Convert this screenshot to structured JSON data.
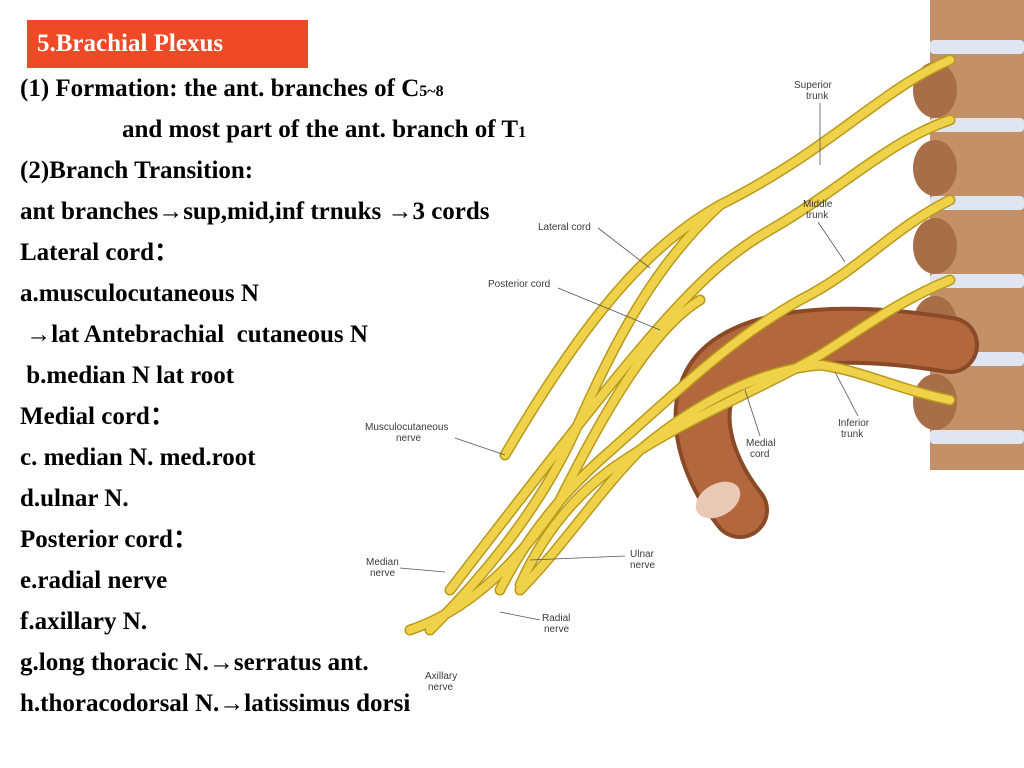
{
  "slide": {
    "title": "5.Brachial Plexus",
    "lines": [
      {
        "text": "(1) Formation: the ant. branches of C",
        "sub": "5~8"
      },
      {
        "text": "and most part of the ant. branch of T",
        "sub": "1"
      },
      {
        "text": "(2)Branch Transition:"
      },
      {
        "text": "ant branches→sup,mid,inf trnuks →3 cords"
      },
      {
        "text": "Lateral cord："
      },
      {
        "text": "a.musculocutaneous N"
      },
      {
        "text": " →lat Antebrachial  cutaneous N"
      },
      {
        "text": " b.median N lat root"
      },
      {
        "text": "Medial cord："
      },
      {
        "text": "c. median N. med.root"
      },
      {
        "text": "d.ulnar N."
      },
      {
        "text": "Posterior cord："
      },
      {
        "text": "e.radial nerve"
      },
      {
        "text": "f.axillary N."
      },
      {
        "text": "g.long thoracic N.→serratus ant."
      },
      {
        "text": "h.thoracodorsal N.→latissimus dorsi"
      }
    ]
  },
  "illustration": {
    "labels": {
      "superior_trunk": [
        "Superior",
        "trunk"
      ],
      "middle_trunk": [
        "Middle",
        "trunk"
      ],
      "lateral_cord": [
        "Lateral cord"
      ],
      "posterior_cord": [
        "Posterior cord"
      ],
      "inferior_trunk": [
        "Inferior",
        "trunk"
      ],
      "medial_cord": [
        "Medial",
        "cord"
      ],
      "musculocutaneous_nerve": [
        "Musculocutaneous",
        "nerve"
      ],
      "median_nerve": [
        "Median",
        "nerve"
      ],
      "ulnar_nerve": [
        "Ulnar",
        "nerve"
      ],
      "radial_nerve": [
        "Radial",
        "nerve"
      ],
      "axillary_nerve": [
        "Axillary",
        "nerve"
      ]
    },
    "colors": {
      "nerve": "#f0d24a",
      "nerve_outline": "#b89a1c",
      "vertebra": "#b27a52",
      "disc": "#dfe6f2",
      "artery": "#b3673d",
      "title_bg": "#ee4a28"
    }
  }
}
